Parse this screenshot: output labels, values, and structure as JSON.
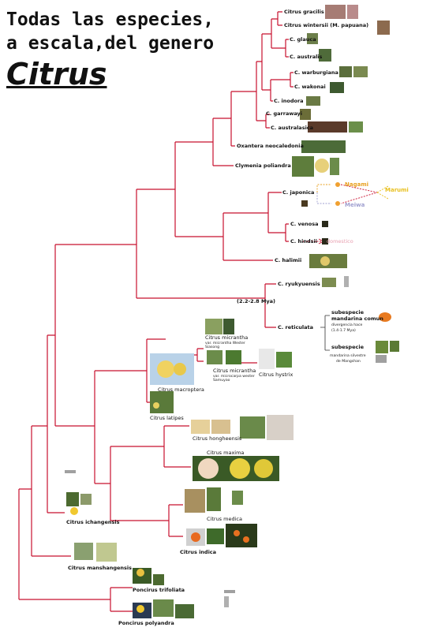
{
  "title": {
    "line1": "Todas las especies,",
    "line2": "a escala,del genero",
    "line3": "Citrus"
  },
  "colors": {
    "branch": "#c8102e",
    "nagami": "#e8a020",
    "marumi": "#e8c020",
    "meiwa": "#a0a0d0",
    "domestico": "#e8a0b0"
  },
  "species": {
    "gracilis": "Citrus gracilis",
    "wintersii": "Citrus wintersii (M. papuana)",
    "glauca": "C. glauca",
    "australis": "C. australis",
    "warburgiana": "C. warburgiana",
    "wakonai": "C. wakonai",
    "inodora": "C. inodora",
    "garrawayi": "C. garrawayi",
    "australasica": "C. australasica",
    "oxantera": "Oxantera neocaledonia",
    "clymenia": "Clymenia poliandra",
    "japonica": "C. japonica",
    "venosa": "C. venosa",
    "hindsii": "C. hindsii",
    "halimii": "C. halimii",
    "ryukyuensis": "C. ryukyuensis",
    "reticulata": "C. reticulata",
    "micrantha1": "Citrus micrantha",
    "micrantha1_var": "var. micrantha Wester",
    "micrantha1_loc": "Siasong",
    "micrantha2": "Citrus micrantha",
    "micrantha2_var": "var. microcarpa wester",
    "micrantha2_loc": "Samuyao",
    "hystrix": "Citrus hystrix",
    "macroptera": "Citrus macroptera",
    "latipes": "Citrus latipes",
    "hongheensis": "Citrus hongheensis",
    "maxima": "Citrus maxima",
    "medica": "Citrus medica",
    "indica": "Citrus indica",
    "ichangensis": "Citrus ichangensis",
    "manshangensis": "Citrus manshangensis",
    "trifoliata": "Poncirus trifoliata",
    "polyandra": "Poncirus polyandra"
  },
  "annotations": {
    "nagami": "Nagami",
    "marumi": "Marumi",
    "meiwa": "Meiwa",
    "domestico": "domestico",
    "mya": "(2.2-2.8 Mya)",
    "sub1_a": "subespecie",
    "sub1_b": "mandarina comun",
    "sub1_c": "divergencia hace",
    "sub1_d": "(1.4-1.7 Mya)",
    "sub2_a": "subespecie",
    "sub2_b": "mandarina silvestre",
    "sub2_c": "de Mangshan"
  }
}
